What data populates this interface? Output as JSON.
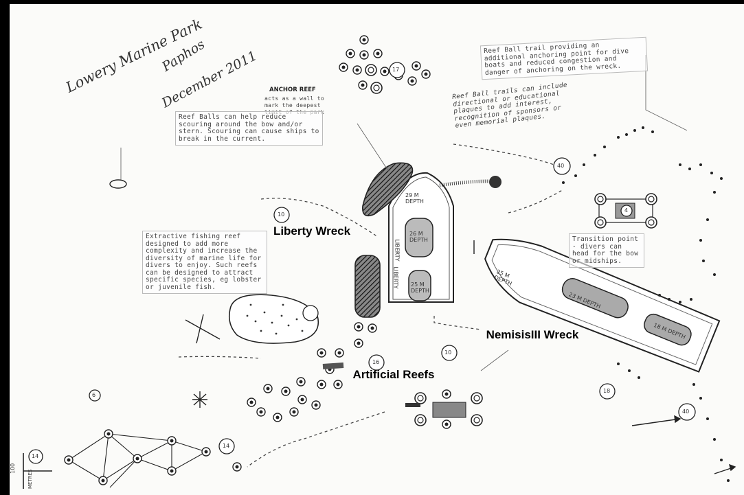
{
  "handwritten_title": {
    "line1": "Lowery Marine Park",
    "line2": "Paphos",
    "line3": "December 2011"
  },
  "anchor_reef": {
    "heading": "ANCHOR REEF",
    "text": "acts as a wall to mark the deepest limit of the park"
  },
  "notes": {
    "scouring": "Reef Balls can help reduce scouring around the bow and/or stern. Scouring can cause ships to break in the current.",
    "trail": "Reef Ball trail providing an additional anchoring point for dive boats and reduced congestion and danger of anchoring on the wreck.",
    "trails_plaques": "Reef Ball trails can include directional or educational plaques to add interest, recognition of sponsors or even memorial plaques.",
    "fishing_reef": "Extractive fishing reef designed to add more complexity and increase the diversity of marine life for divers to enjoy. Such reefs can be designed to attract specific species, eg lobster or juvenile fish.",
    "transition": "Transition point - divers can head for the bow or midships."
  },
  "labels": {
    "liberty": "Liberty Wreck",
    "nemesis": "NemisisIII Wreck",
    "artificial": "Artificial Reefs"
  },
  "depths": {
    "liberty_bow": "29 M DEPTH",
    "liberty_mid": "26 M DEPTH",
    "liberty_stern": "25 M DEPTH",
    "nemesis_bow": "25 M DEPTH",
    "nemesis_mid": "23 M DEPTH",
    "nemesis_stern": "18 M DEPTH"
  },
  "hull_labels": {
    "liberty_side": "LIBERTY",
    "liberty_side2": "LIBERTY"
  },
  "circle_numbers": [
    "17",
    "40",
    "10",
    "10",
    "16",
    "18",
    "40",
    "14",
    "4",
    "14",
    "6"
  ],
  "scale": {
    "value": "100",
    "unit": "METRES"
  },
  "colors": {
    "ink": "#1a1a1a",
    "paper": "#fbfbf9",
    "hatch": "#2b2b2b"
  }
}
